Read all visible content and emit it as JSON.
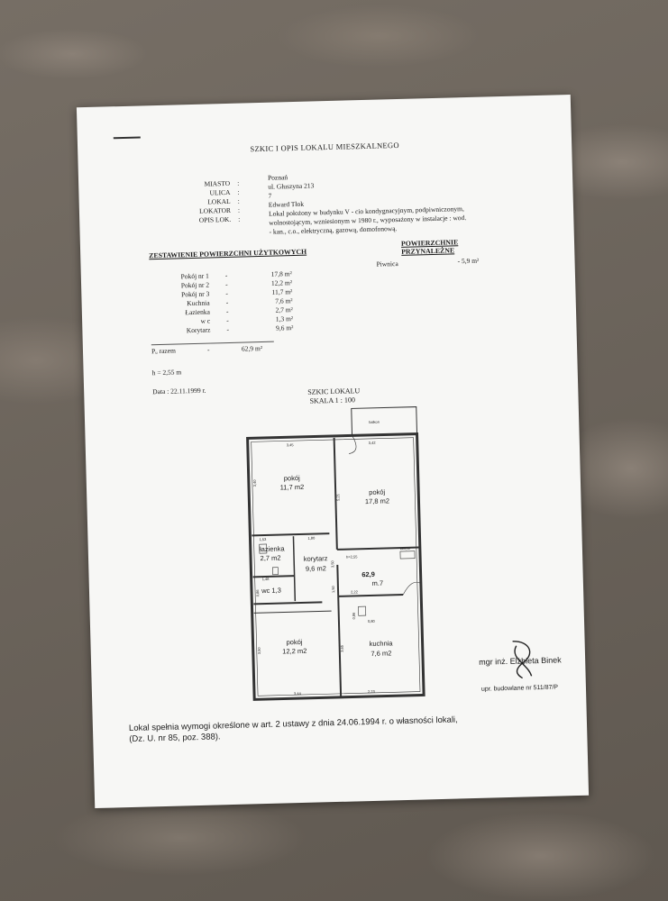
{
  "document": {
    "title": "SZKIC I OPIS LOKALU MIESZKALNEGO",
    "info": [
      {
        "label": "MIASTO",
        "value": "Poznań"
      },
      {
        "label": "ULICA",
        "value": "ul. Głuszyna 213"
      },
      {
        "label": "LOKAL",
        "value": "7"
      },
      {
        "label": "LOKATOR",
        "value": "Edward Tłok"
      },
      {
        "label": "OPIS LOK.",
        "value": "Lokal położony w budynku V - cio kondygnacyjnym, podpiwniczonym,"
      }
    ],
    "info_continuation": [
      "wolnostojącym, wzniesionym w 1980 r., wyposażony w instalacje : wod.",
      "- kan., c.o., elektryczną, gazową, domofonową."
    ],
    "section_usable": "ZESTAWIENIE POWIERZCHNI UŻYTKOWYCH",
    "section_extra_line1": "POWIERZCHNIE",
    "section_extra_line2": "PRZYNALEŻNE",
    "piwnica_label": "Piwnica",
    "piwnica_value": "- 5,9 m²",
    "rooms": [
      {
        "name": "Pokój nr 1",
        "dash": "-",
        "value": "17,8 m²"
      },
      {
        "name": "Pokój nr 2",
        "dash": "-",
        "value": "12,2 m²"
      },
      {
        "name": "Pokój nr 3",
        "dash": "-",
        "value": "11,7 m²"
      },
      {
        "name": "Kuchnia",
        "dash": "-",
        "value": "7,6 m²"
      },
      {
        "name": "Łazienka",
        "dash": "-",
        "value": "2,7 m²"
      },
      {
        "name": "w c",
        "dash": "-",
        "value": "1,3 m²"
      },
      {
        "name": "Korytarz",
        "dash": "-",
        "value": "9,6 m²"
      }
    ],
    "total_label": "Pᵤ razem",
    "total_dash": "-",
    "total_value": "62,9 m²",
    "height": "h = 2,55 m",
    "date": "Data : 22.11.1999 r.",
    "sketch_title": "SZKIC LOKALU",
    "sketch_scale": "SKALA 1 : 100",
    "signature_name": "mgr inż. Elżbieta Binek",
    "signature_license": "upr. budowlane nr 511/87/P",
    "footer_line1": "Lokal spełnia wymogi określone w art. 2 ustawy z dnia 24.06.1994 r. o własności lokali,",
    "footer_line2": "(Dz. U. nr 85, poz. 388)."
  },
  "plan": {
    "balkon": "balkon",
    "dims": {
      "top_left": "3,45",
      "top_right": "3,42",
      "left_room3": "3,40",
      "right_room1": "5,21",
      "bath_top_a": "1,53",
      "bath_top_b": "1,80",
      "corr_v": "3,50",
      "wc_w": "1,48",
      "wc_h": "0,86",
      "corr_v2": "1,50",
      "kit_top": "2,22",
      "kit_small_a": "0,86",
      "kit_small_b": "0,80",
      "room2_v": "3,50",
      "kit_v": "3,65",
      "bottom_left": "3,44",
      "bottom_right": "2,23",
      "h_label": "h=2,55",
      "kaloryfer": "kaloryfer"
    },
    "room3_name": "pokój",
    "room3_area": "11,7 m2",
    "room1_name": "pokój",
    "room1_area": "17,8 m2",
    "bath_name": "łazienka",
    "bath_area": "2,7 m2",
    "corr_name": "korytarz",
    "corr_area": "9,6 m2",
    "wc_name": "wc 1,3",
    "total_area": "62,9",
    "unit_no": "m.7",
    "room2_name": "pokój",
    "room2_area": "12,2 m2",
    "kitchen_name": "kuchnia",
    "kitchen_area": "7,6 m2"
  }
}
